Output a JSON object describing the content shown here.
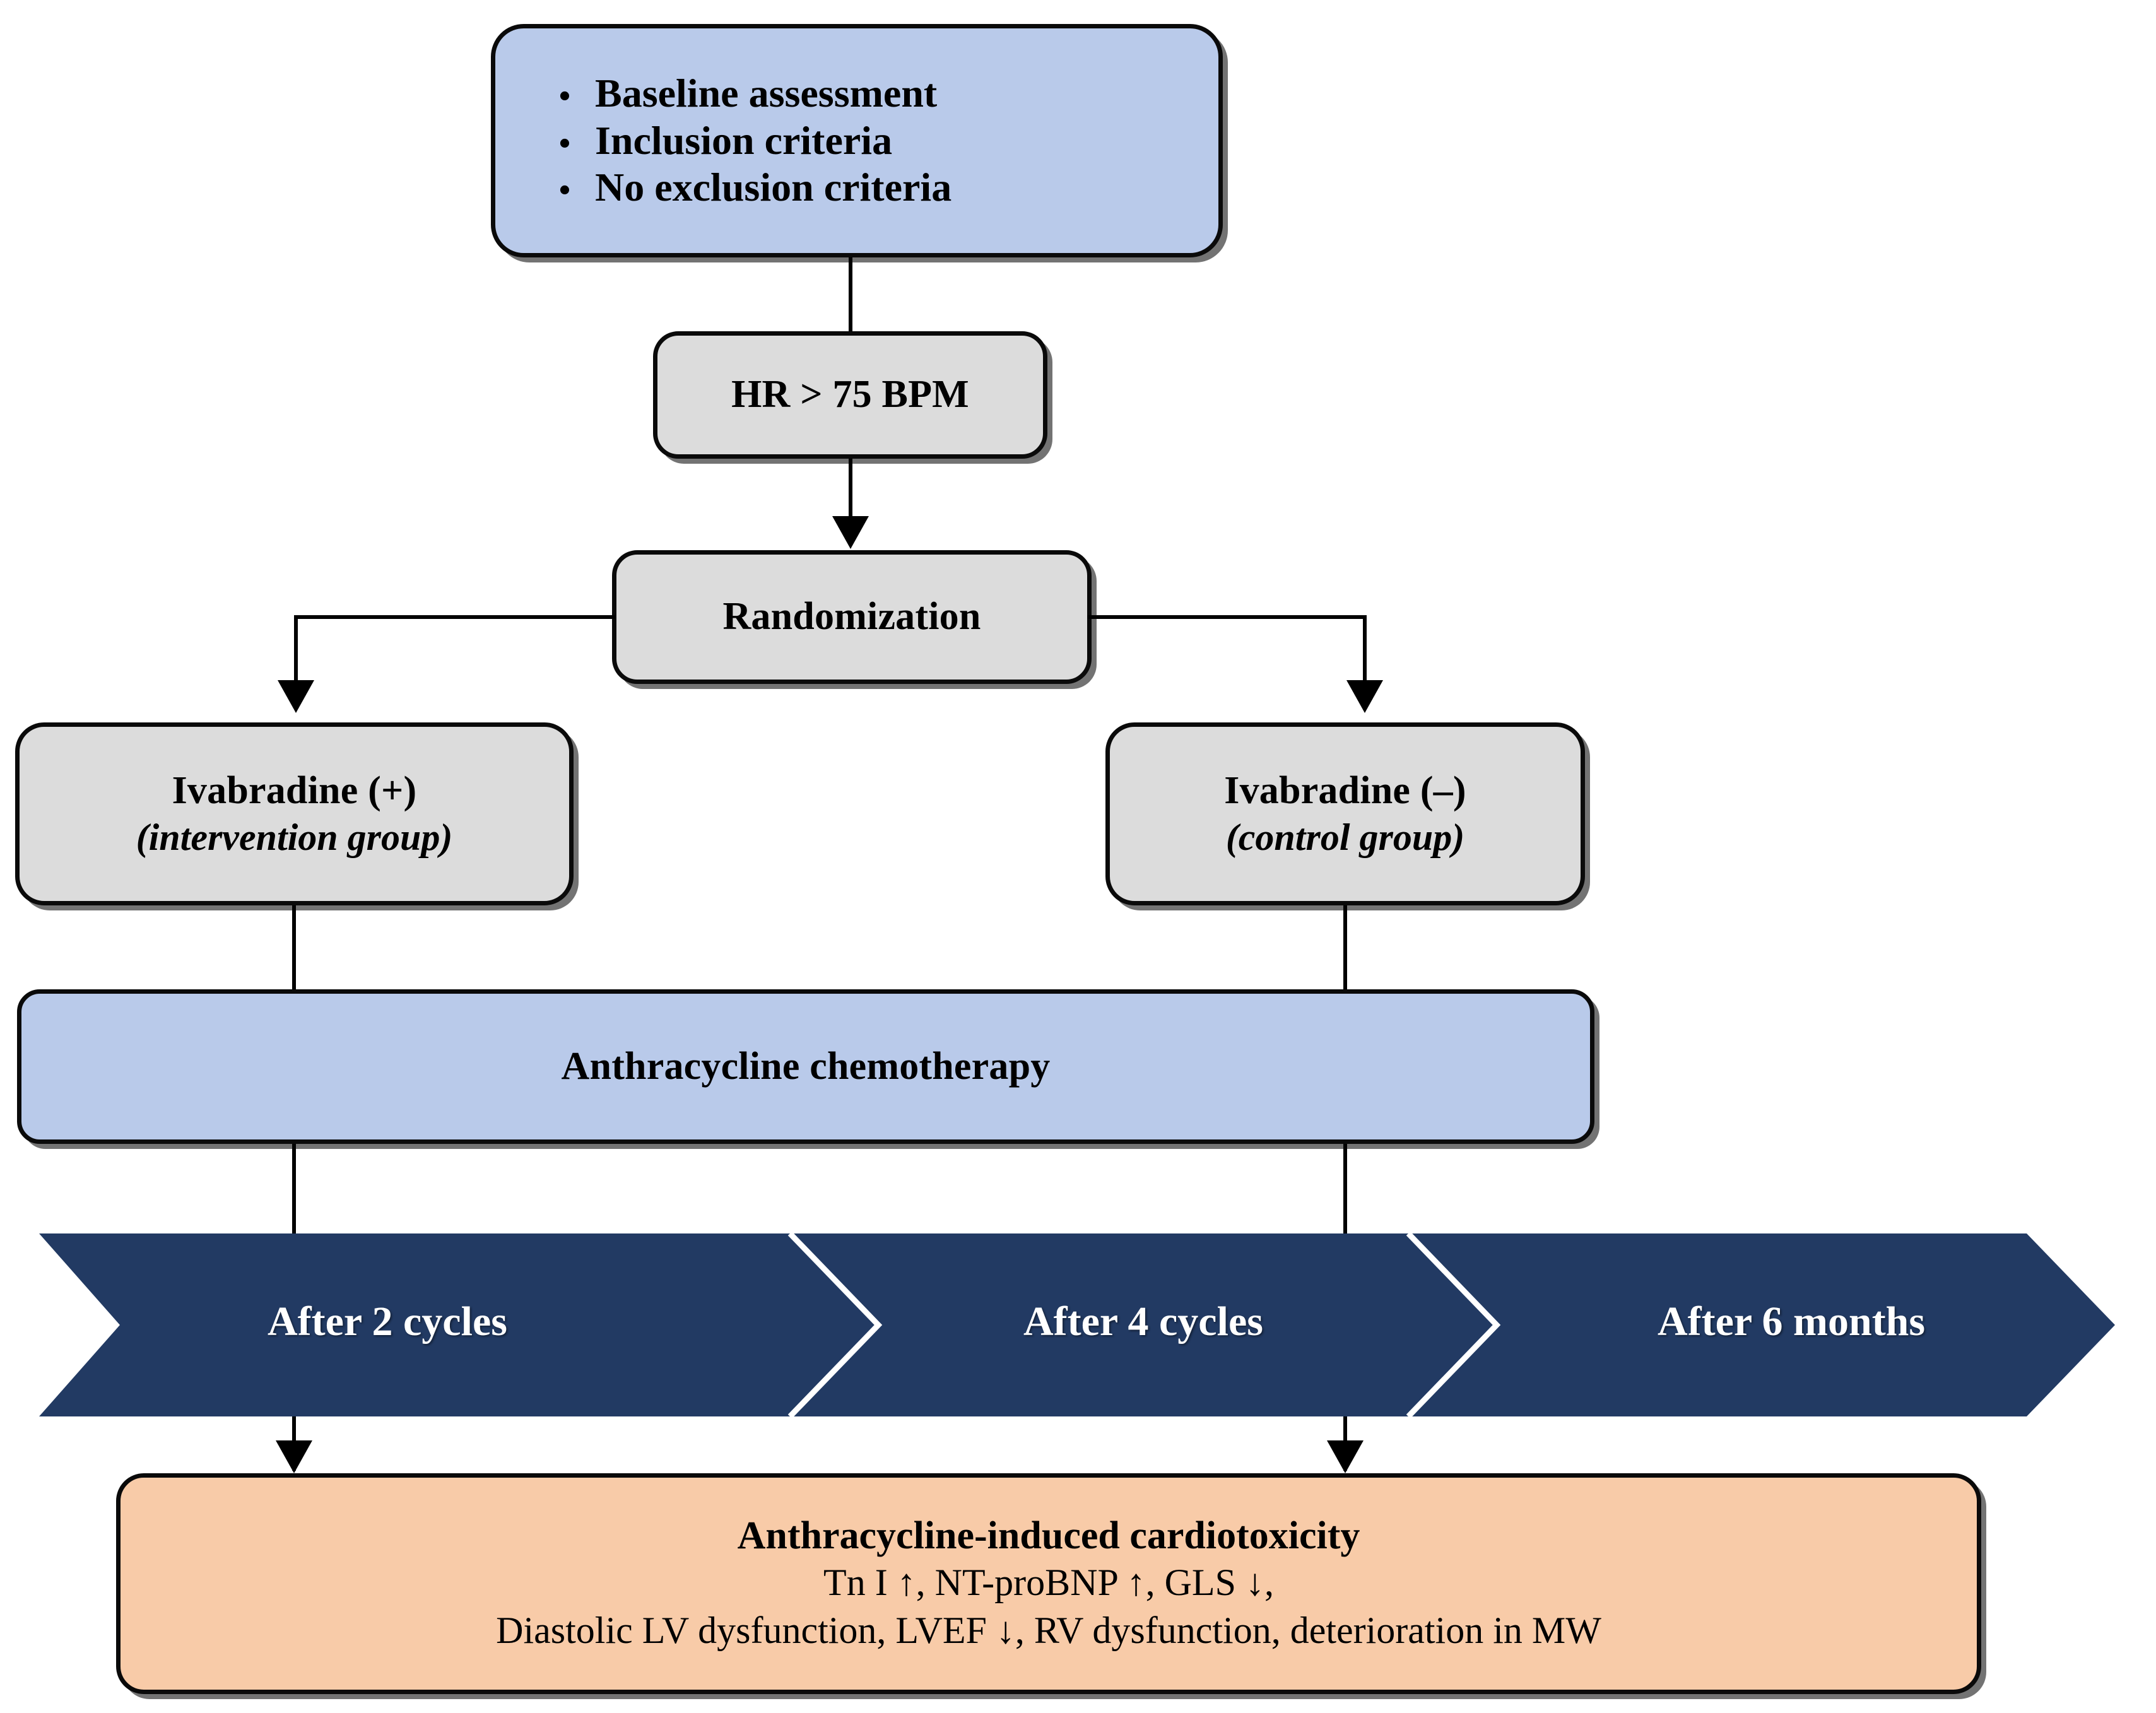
{
  "diagram": {
    "title": "Anthracycline cardiotoxicity ivabradine trial flowchart",
    "colors": {
      "light_blue": "#b9caea",
      "grey": "#dcdcdc",
      "navy": "#223a63",
      "peach": "#f8cba8",
      "outline": "#0a0a0a"
    }
  },
  "baseline": {
    "bullet_glyph": "•",
    "items": [
      "Baseline assessment",
      "Inclusion criteria",
      "No exclusion criteria"
    ]
  },
  "criterion": {
    "label": "HR > 75 BPM"
  },
  "randomization": {
    "label": "Randomization"
  },
  "arms": {
    "intervention": {
      "title": "Ivabradine (+)",
      "subtitle": "(intervention group)"
    },
    "control": {
      "title": "Ivabradine (–)",
      "subtitle": "(control group)"
    }
  },
  "treatment": {
    "label": "Anthracycline chemotherapy"
  },
  "timeline": {
    "steps": [
      {
        "label": "After 2 cycles"
      },
      {
        "label": "After 4 cycles"
      },
      {
        "label": "After 6 months"
      }
    ]
  },
  "outcome": {
    "title": "Anthracycline-induced cardiotoxicity",
    "line2": "Tn I ↑, NT-proBNP ↑, GLS ↓,",
    "line3": "Diastolic LV dysfunction, LVEF ↓, RV dysfunction, deterioration in MW"
  }
}
